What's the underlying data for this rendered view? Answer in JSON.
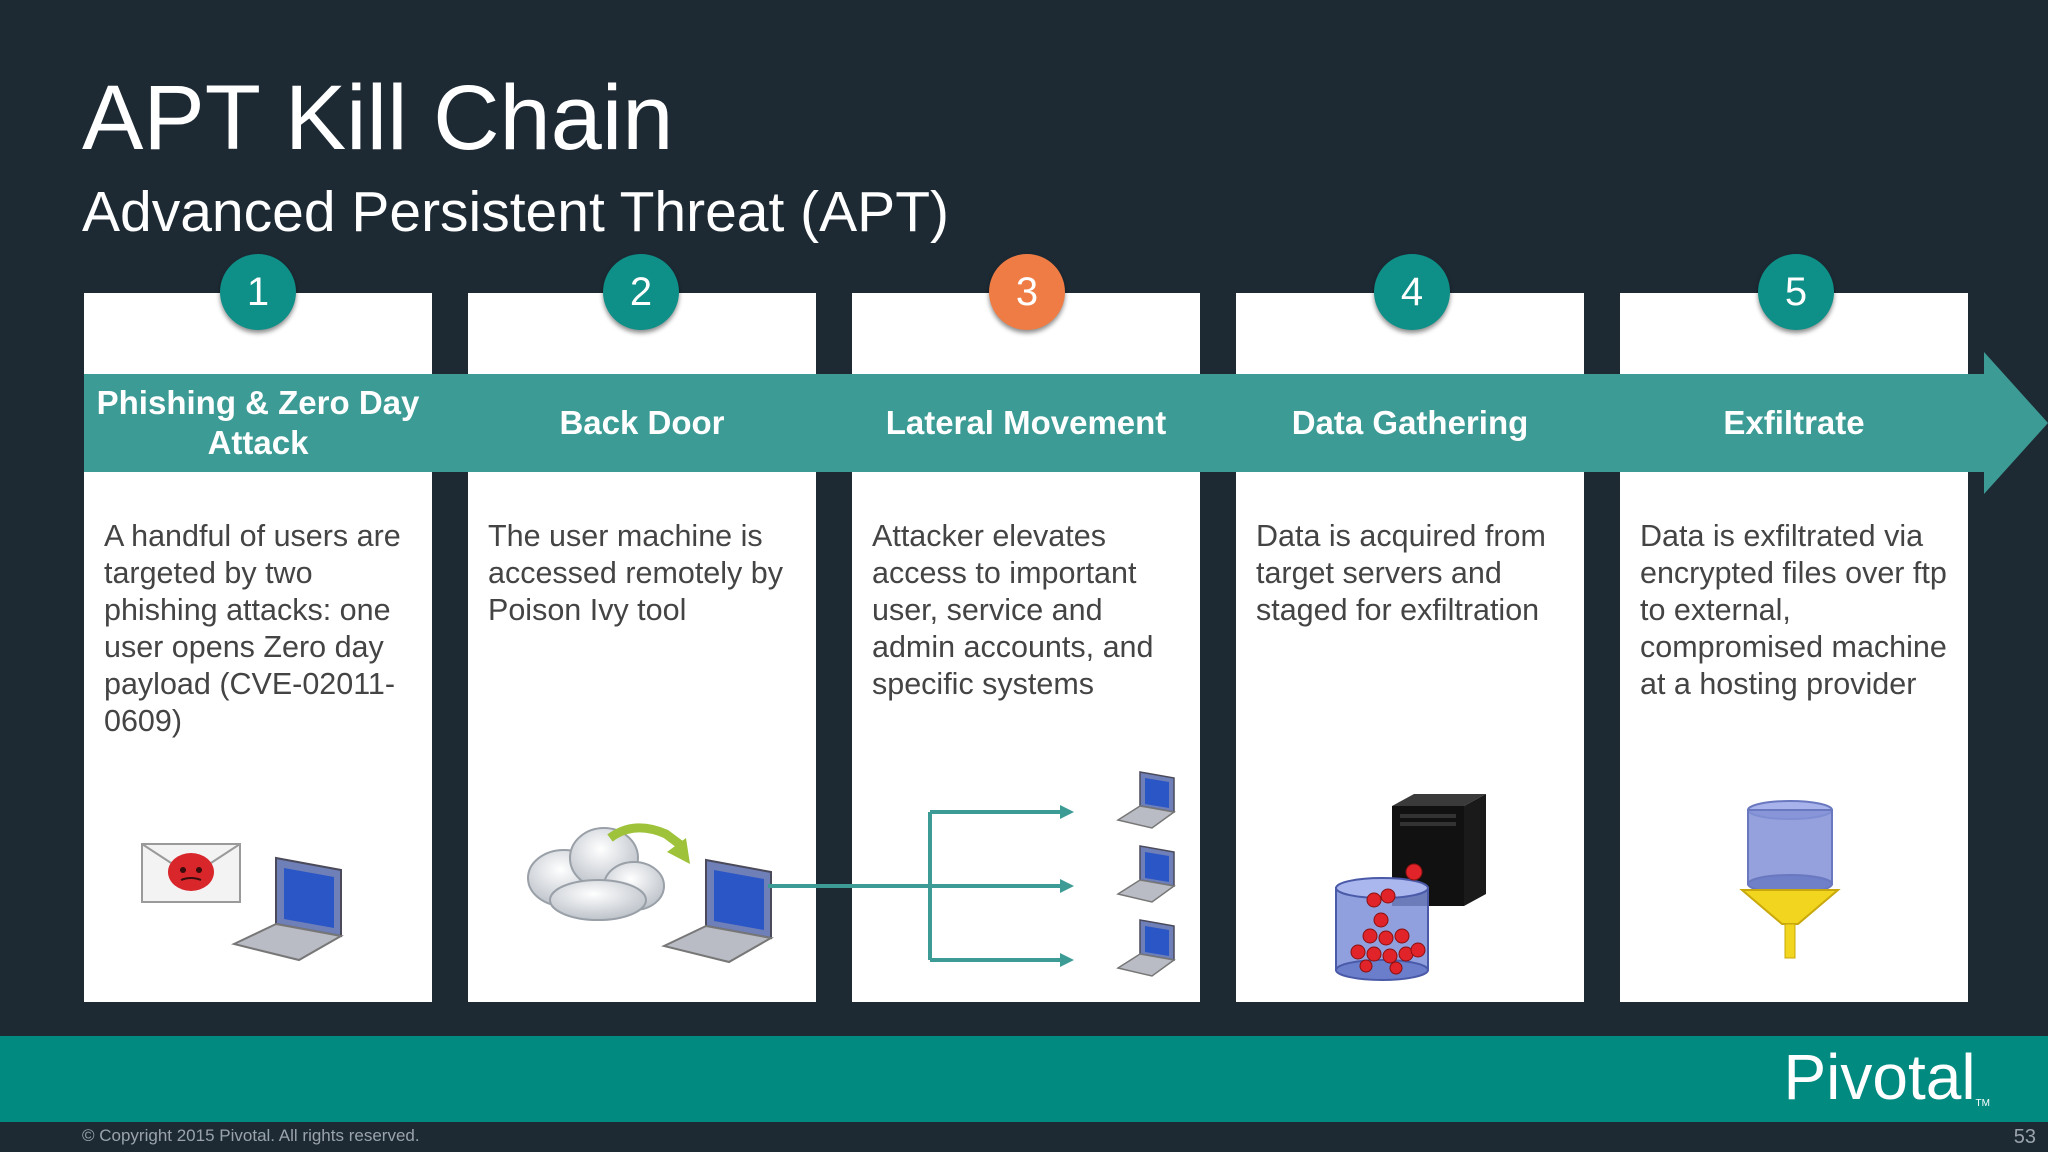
{
  "title": "APT Kill Chain",
  "subtitle": "Advanced Persistent Threat (APT)",
  "colors": {
    "background": "#1d2a34",
    "teal": "#3d9b96",
    "badge_teal": "#0e8f87",
    "badge_highlight": "#ee7c44",
    "footer": "#008a80"
  },
  "stages": [
    {
      "number": "1",
      "title": "Phishing & Zero Day Attack",
      "description": "A handful of users are targeted by two phishing attacks: one user opens Zero day payload (CVE-02011-0609)",
      "icons": [
        "envelope-icon",
        "laptop-icon"
      ]
    },
    {
      "number": "2",
      "title": "Back Door",
      "description": "The user machine is accessed remotely by Poison Ivy tool",
      "icons": [
        "cloud-icon",
        "arrow-icon",
        "laptop-icon"
      ]
    },
    {
      "number": "3",
      "title": "Lateral Movement",
      "description": "Attacker elevates access to important user, service and admin accounts, and specific systems",
      "icons": [
        "branch-arrows-icon",
        "laptop-icon"
      ],
      "highlighted": true
    },
    {
      "number": "4",
      "title": "Data Gathering",
      "description": "Data is acquired from target servers and staged for exfiltration",
      "icons": [
        "server-icon",
        "database-icon"
      ]
    },
    {
      "number": "5",
      "title": "Exfiltrate",
      "description": "Data is exfiltrated via encrypted files over ftp to external, compromised machine at a hosting provider",
      "icons": [
        "funnel-icon"
      ]
    }
  ],
  "footer": {
    "logo": "Pivotal",
    "trademark": "TM",
    "copyright": "© Copyright 2015 Pivotal. All rights reserved.",
    "page_number": "53"
  }
}
